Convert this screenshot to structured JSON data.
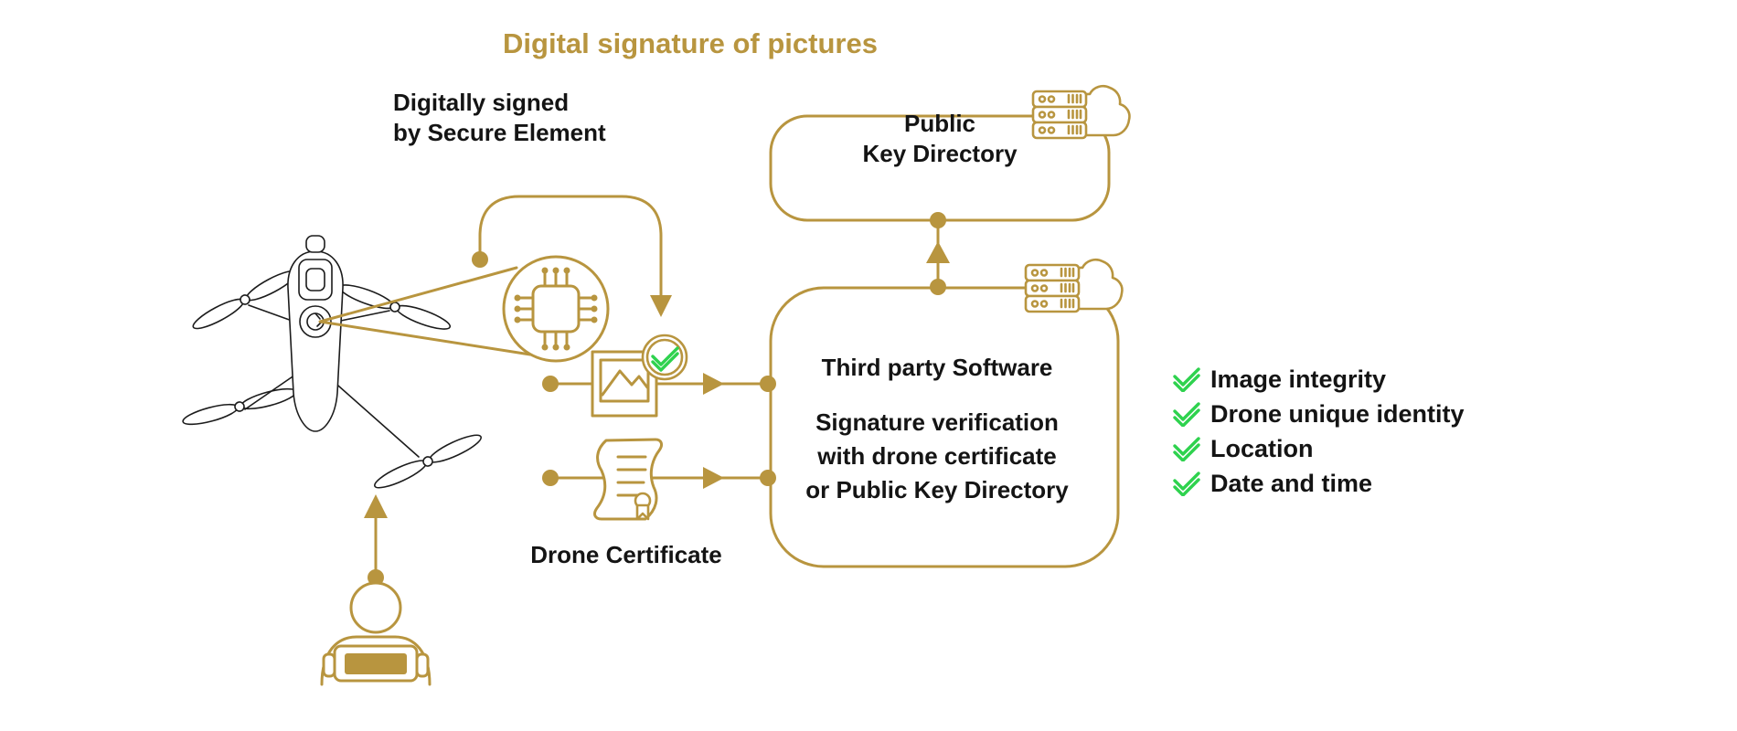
{
  "title": "Digital signature of pictures",
  "colors": {
    "gold": "#B8953F",
    "green": "#2ED24E",
    "ink": "#141414"
  },
  "drone_note": {
    "line1": "Digitally signed",
    "line2": "by Secure Element"
  },
  "certificate_label": "Drone Certificate",
  "pkd_box": {
    "line1": "Public",
    "line2": "Key Directory"
  },
  "software_box": {
    "title": "Third party Software",
    "line1": "Signature verification",
    "line2": "with drone certificate",
    "line3": "or Public Key Directory"
  },
  "checklist": {
    "items": [
      "Image integrity",
      "Drone unique identity",
      "Location",
      "Date and time"
    ]
  },
  "icons": {
    "chip": "secure-element-chip-icon",
    "photo": "signed-picture-icon",
    "badge": "green-check-badge-icon",
    "certificate": "drone-certificate-icon",
    "server_cloud": "cloud-server-icon",
    "drone": "drone-illustration",
    "pilot": "pilot-with-controller",
    "check": "green-check-icon"
  }
}
